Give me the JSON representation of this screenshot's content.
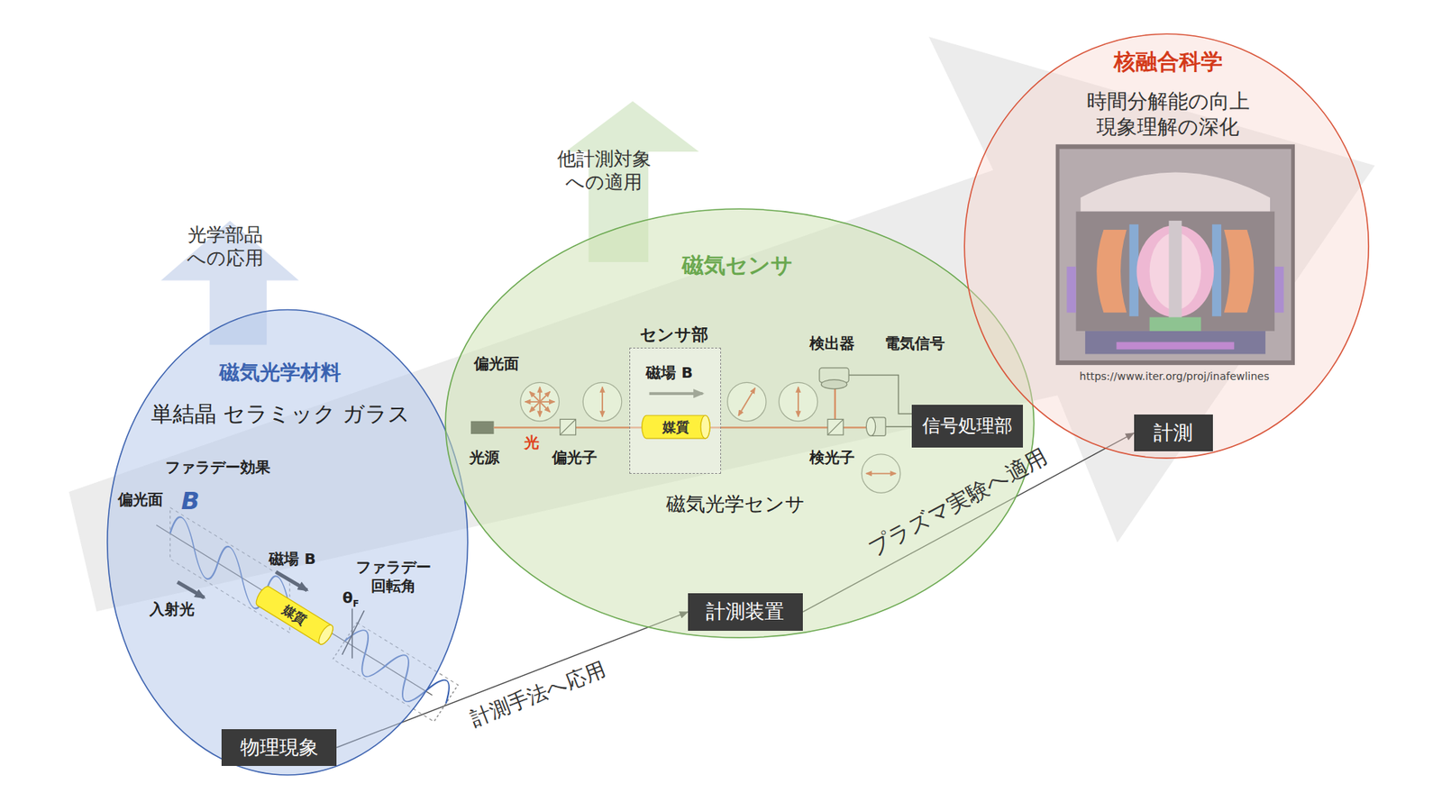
{
  "diagram": {
    "nodes": [
      {
        "text": [
          "磁気光学材料",
          "単結晶 セラミック ガラス"
        ]
      },
      {
        "text": [
          "媒質"
        ],
        "in": 0
      },
      {
        "text": [
          "物理現象"
        ],
        "in": 0
      },
      {
        "text": [
          "磁気センサ",
          "磁気光学センサ"
        ]
      },
      {
        "text": [
          "センサ部"
        ],
        "in": 3
      },
      {
        "text": [
          "媒質"
        ],
        "in": 4
      },
      {
        "text": [
          "信号処理部"
        ],
        "in": 3
      },
      {
        "text": [
          "計測装置"
        ],
        "in": 3
      },
      {
        "text": [
          "核融合科学",
          "時間分解能の向上 現象理解の深化"
        ]
      },
      {
        "text": [
          "計測"
        ],
        "in": 8
      }
    ],
    "edges": [
      {
        "from": 2,
        "to": 7,
        "arrow": "to",
        "label": "計測手法へ応用"
      },
      {
        "from": 7,
        "to": 9,
        "arrow": "to",
        "label": "プラズマ実験へ適用"
      }
    ],
    "labels": [
      "光学部品 への応用",
      "他計測対象 への適用",
      "ファラデー効果",
      "偏光面",
      "B",
      "入射光",
      "磁場 B",
      "ファラデー 回転角",
      "θ",
      "F",
      "偏光面",
      "磁場 B",
      "光",
      "光源",
      "偏光子",
      "検出器",
      "電気信号",
      "検光子",
      "https://www.iter.org/proj/inafewlines"
    ]
  }
}
